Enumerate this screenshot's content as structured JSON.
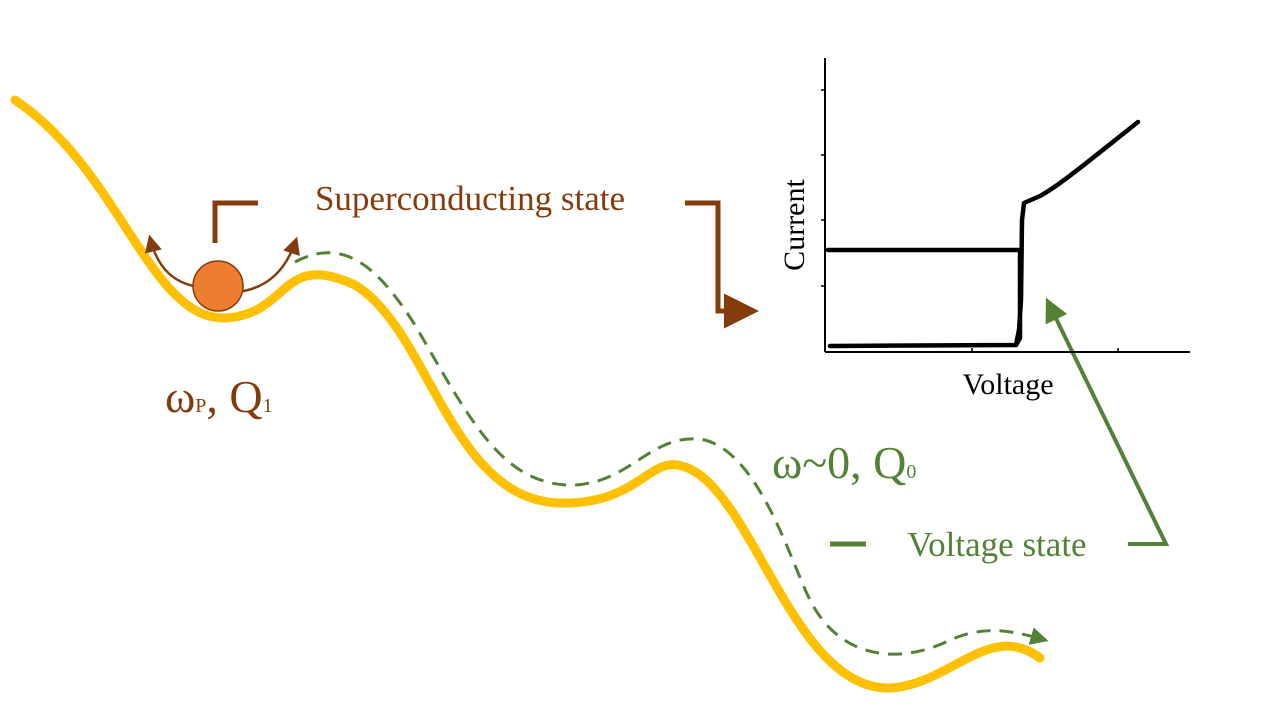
{
  "colors": {
    "washboard": "#FFC000",
    "superconducting": "#843C0C",
    "voltage_state": "#538135",
    "particle": "#ED7D31",
    "iv_curve": "#000000"
  },
  "labels": {
    "superconducting_state": "Superconducting state",
    "voltage_state": "Voltage state",
    "omega_p": {
      "main": "ω",
      "sub": "P",
      "sep": ", Q",
      "sub2": "1"
    },
    "omega_0": {
      "main": "ω~0, Q",
      "sub": "0"
    }
  },
  "iv_plot": {
    "xlabel": "Voltage",
    "ylabel": "Current"
  },
  "icons": {
    "particle": "phase-particle-icon",
    "escape_arrows": "escape-arrow-icon"
  }
}
